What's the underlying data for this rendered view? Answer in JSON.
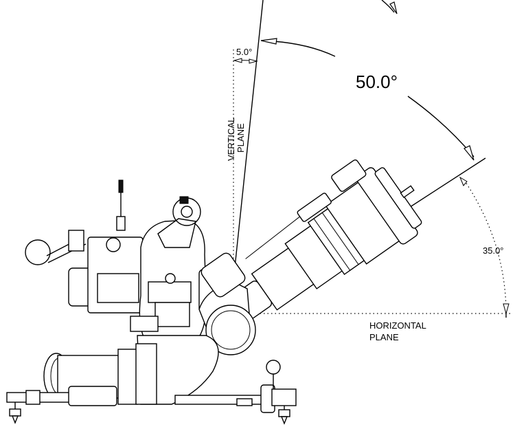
{
  "figure": {
    "angle_large": "50.0°",
    "angle_vertical_offset": "5.0°",
    "angle_horizontal": "35.0°",
    "vertical_plane_line1": "VERTICAL",
    "vertical_plane_line2": "PLANE",
    "horizontal_plane_line1": "HORIZONTAL",
    "horizontal_plane_line2": "PLANE"
  },
  "component": "fire-monitor-nozzle"
}
